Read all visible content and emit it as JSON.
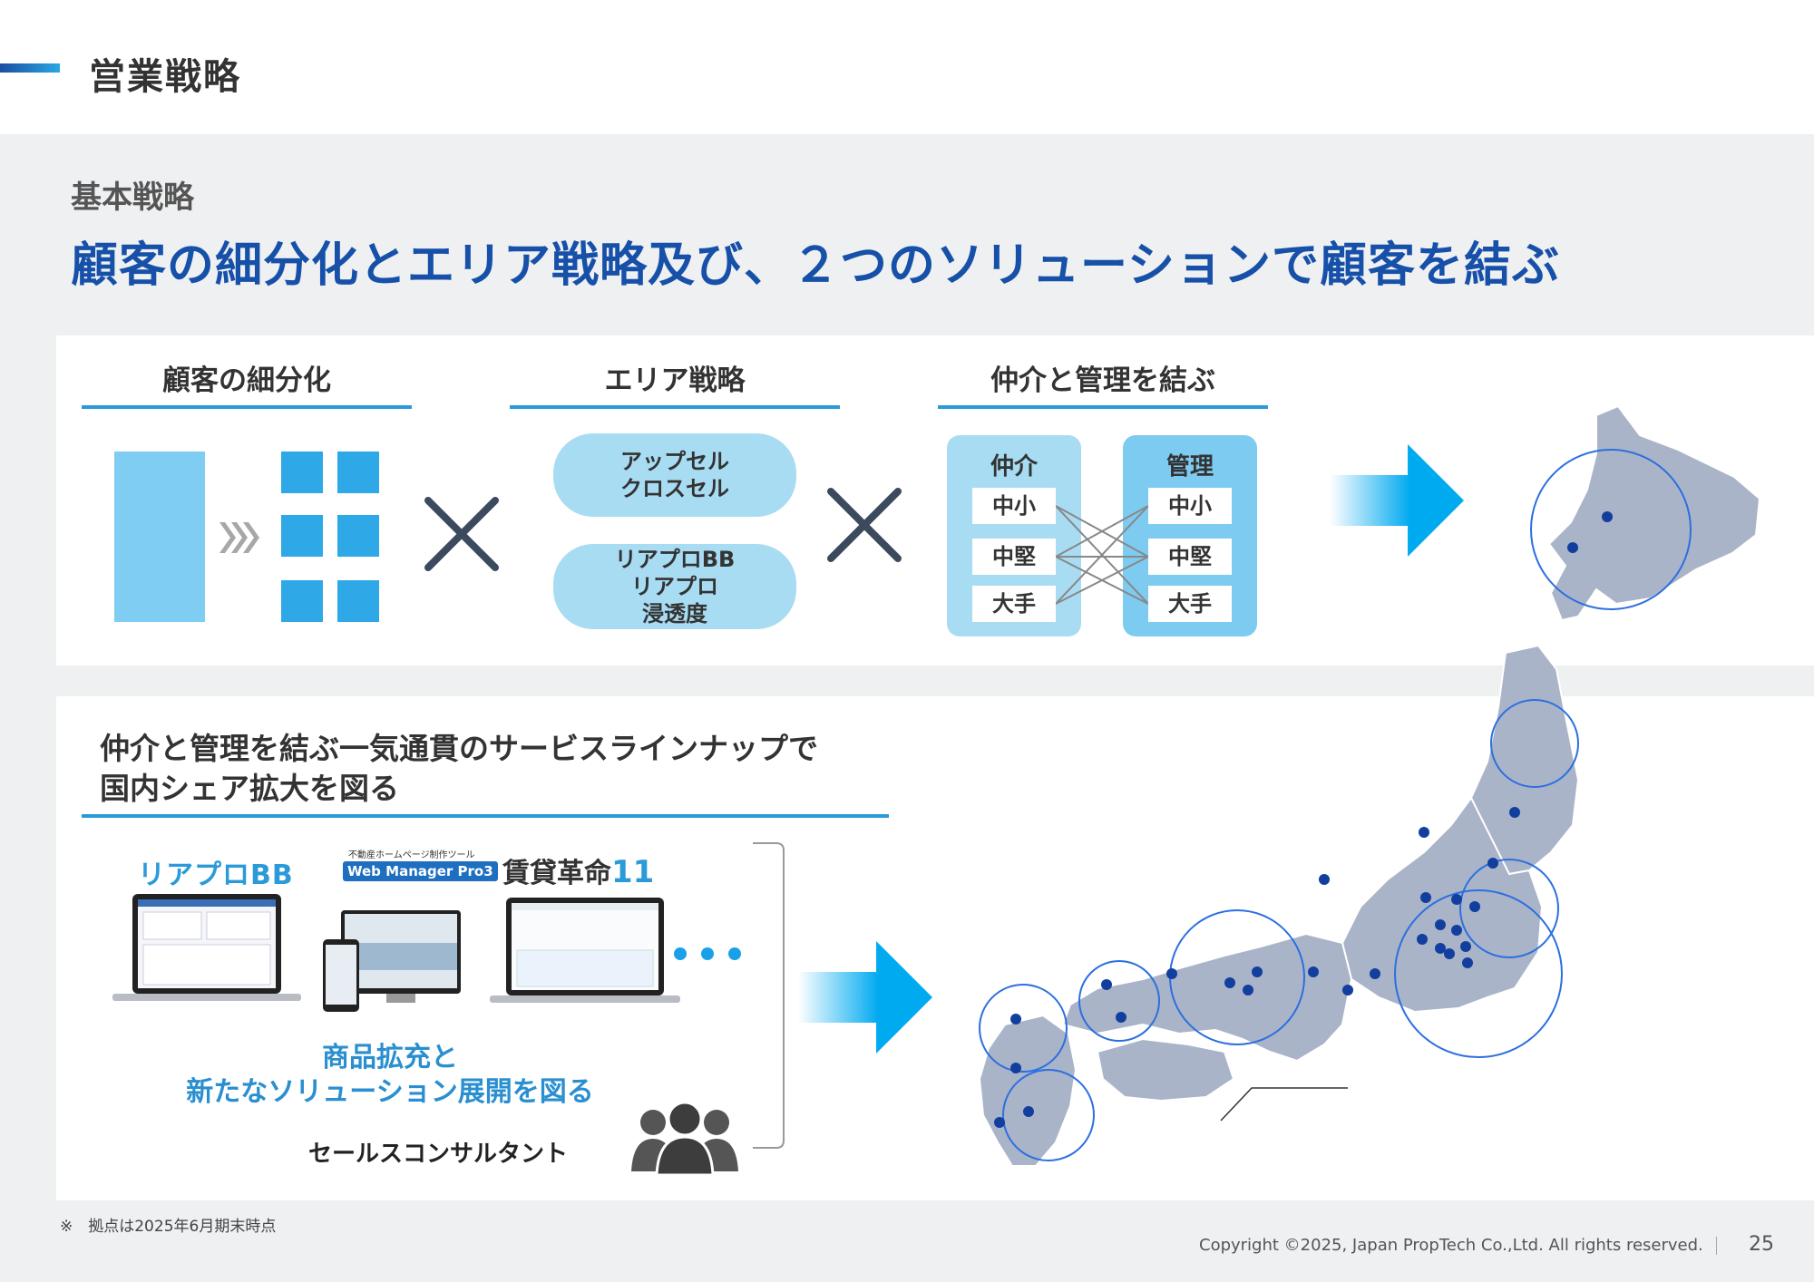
{
  "page": {
    "title": "営業戦略",
    "page_number": "25"
  },
  "intro": {
    "subtitle": "基本戦略",
    "headline": "顧客の細分化とエリア戦略及び、２つのソリューションで顧客を結ぶ"
  },
  "strategy": {
    "segmentation_title": "顧客の細分化",
    "area_title": "エリア戦略",
    "area_pill_1": [
      "アップセル",
      "クロスセル"
    ],
    "area_pill_2": [
      "リアプロBB",
      "リアプロ",
      "浸透度"
    ],
    "connect_title": "仲介と管理を結ぶ",
    "broker": {
      "title": "仲介",
      "sizes": [
        "中小",
        "中堅",
        "大手"
      ]
    },
    "management": {
      "title": "管理",
      "sizes": [
        "中小",
        "中堅",
        "大手"
      ]
    }
  },
  "lineup": {
    "title_line1": "仲介と管理を結ぶ一気通貫のサービスラインナップで",
    "title_line2": "国内シェア拡大を図る",
    "product_1": "リアプロBB",
    "product_2_caption": "不動産ホームページ制作ツール",
    "product_2": "Web Manager Pro3",
    "product_3": "賃貸革命",
    "product_3_num": "11",
    "expand_line1": "商品拡充と",
    "expand_line2": "新たなソリューション展開を図る",
    "sales_label": "セールスコンサルタント"
  },
  "footer": {
    "footnote": "※　拠点は2025年6月期末時点",
    "copyright": "Copyright ©2025, Japan PropTech Co.,Ltd. All rights reserved."
  },
  "colors": {
    "brand_blue": "#1650a8",
    "accent": "#2a9ad8",
    "map_gray": "#aab4c8",
    "dot": "#123f9e"
  }
}
